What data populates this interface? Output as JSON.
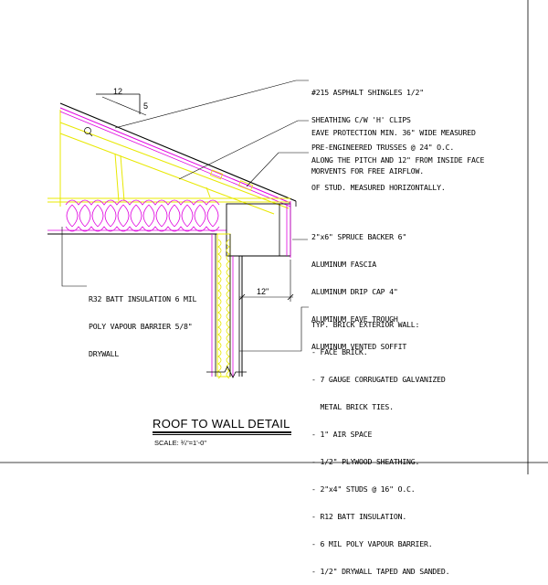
{
  "title": "ROOF TO WALL DETAIL",
  "scale": "SCALE: ¾\"=1'-0\"",
  "slope": {
    "run": "12",
    "rise": "5"
  },
  "overhang_dimension": "12\"",
  "notes": {
    "roofing": [
      "#215 ASPHALT SHINGLES 1/2\"",
      "SHEATHING C/W 'H' CLIPS",
      "PRE-ENGINEERED TRUSSES @ 24\" O.C."
    ],
    "eave": [
      "EAVE PROTECTION MIN. 36\" WIDE MEASURED",
      "ALONG THE PITCH AND 12\" FROM INSIDE FACE",
      "OF STUD. MEASURED HORIZONTALLY."
    ],
    "vents": [
      "MORVENTS FOR FREE AIRFLOW."
    ],
    "fascia": [
      "2\"x6\" SPRUCE BACKER 6\"",
      "ALUMINUM FASCIA",
      "ALUMINUM DRIP CAP 4\"",
      "ALUMINUM EAVE TROUGH",
      "ALUMINUM VENTED SOFFIT"
    ],
    "ceiling": [
      "R32 BATT INSULATION 6 MIL",
      "POLY VAPOUR BARRIER 5/8\"",
      "DRYWALL"
    ],
    "wall": [
      "TYP. BRICK EXTERIOR WALL:",
      "- FACE BRICK.",
      "- 7 GAUGE CORRUGATED GALVANIZED",
      "  METAL BRICK TIES.",
      "- 1\" AIR SPACE",
      "- 1/2\" PLYWOOD SHEATHING.",
      "- 2\"x4\" STUDS @ 16\" O.C.",
      "- R12 BATT INSULATION.",
      "- 6 MIL POLY VAPOUR BARRIER.",
      "- 1/2\" DRYWALL TAPED AND SANDED."
    ]
  }
}
